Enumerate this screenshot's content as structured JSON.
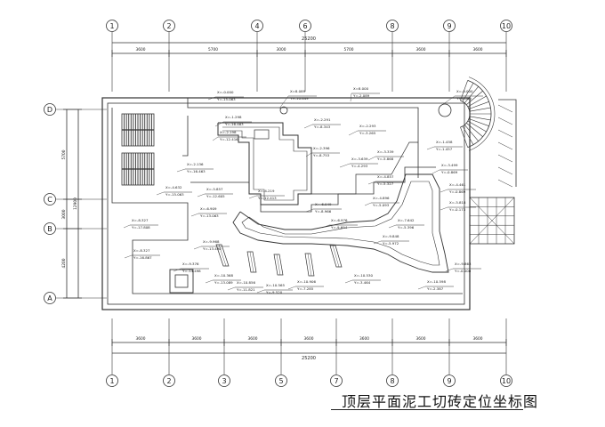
{
  "title": "顶层平面泥工切砖定位坐标图",
  "total_dim": "25200",
  "top_axes": [
    "1",
    "2",
    "4",
    "6",
    "8",
    "9",
    "10"
  ],
  "bottom_axes": [
    "1",
    "2",
    "3",
    "5",
    "7",
    "8",
    "9",
    "10"
  ],
  "left_axes": [
    "D",
    "C",
    "B",
    "A"
  ],
  "top_dims": [
    "3600",
    "5700",
    "3000",
    "5700",
    "3600",
    "3600"
  ],
  "bottom_dims": [
    "3600",
    "3600",
    "3600",
    "3600",
    "3600",
    "3600",
    "3600"
  ],
  "left_dims": [
    "5700",
    "3000",
    "4200"
  ],
  "left_total": "12900",
  "coords": [
    {
      "x": "X=-0.000",
      "y": "Y=-15.063"
    },
    {
      "x": "X=8.089",
      "y": "Y=-10.649"
    },
    {
      "x": "X=8.000",
      "y": "Y=-2.089"
    },
    {
      "x": "X=-0.000",
      "y": "Y=0.000"
    },
    {
      "x": "X=-1.298",
      "y": "Y=-16.463"
    },
    {
      "x": "X=-2.198",
      "y": "Y=-12.416"
    },
    {
      "x": "X=-2.291",
      "y": "Y=-8.343"
    },
    {
      "x": "X=-2.293",
      "y": "Y=-3.265"
    },
    {
      "x": "X=-2.396",
      "y": "Y=-8.753"
    },
    {
      "x": "X=-3.639",
      "y": "Y=-4.293"
    },
    {
      "x": "X=-3.339",
      "y": "Y=-5.868"
    },
    {
      "x": "X=-1.458",
      "y": "Y=-1.457"
    },
    {
      "x": "X=-3.499",
      "y": "Y=-0.869"
    },
    {
      "x": "X=-2.136",
      "y": "Y=-16.463"
    },
    {
      "x": "X=-4.632",
      "y": "Y=-15.063"
    },
    {
      "x": "X=-5.857",
      "y": "Y=-12.605"
    },
    {
      "x": "X=-6.909",
      "y": "Y=-13.063"
    },
    {
      "x": "X=-8.327",
      "y": "Y=-17.808"
    },
    {
      "x": "X=-4.219",
      "y": "Y=-12.413"
    },
    {
      "x": "X=-4.857",
      "y": "Y=-5.327"
    },
    {
      "x": "X=-4.896",
      "y": "Y=-5.093"
    },
    {
      "x": "X=-6.049",
      "y": "Y=-8.966"
    },
    {
      "x": "X=-6.976",
      "y": "Y=-9.694"
    },
    {
      "x": "X=-7.642",
      "y": "Y=-5.396"
    },
    {
      "x": "X=-4.461",
      "y": "Y=-0.869"
    },
    {
      "x": "X=-5.818",
      "y": "Y=-0.173"
    },
    {
      "x": "X=-9.968",
      "y": "Y=-13.490"
    },
    {
      "x": "X=-8.327",
      "y": "Y=-16.867"
    },
    {
      "x": "X=-9.376",
      "y": "Y=-14.498"
    },
    {
      "x": "X=-10.368",
      "y": "Y=-13.089"
    },
    {
      "x": "X=-10.856",
      "y": "Y=-11.821"
    },
    {
      "x": "X=-10.565",
      "y": "Y=-9.520"
    },
    {
      "x": "X=-10.906",
      "y": "Y=-7.285"
    },
    {
      "x": "X=-10.530",
      "y": "Y=-3.464"
    },
    {
      "x": "X=-9.863",
      "y": "Y=-0.000"
    },
    {
      "x": "X=-9.848",
      "y": "Y=-5.972"
    },
    {
      "x": "X=-10.598",
      "y": "Y=-2.387"
    }
  ]
}
